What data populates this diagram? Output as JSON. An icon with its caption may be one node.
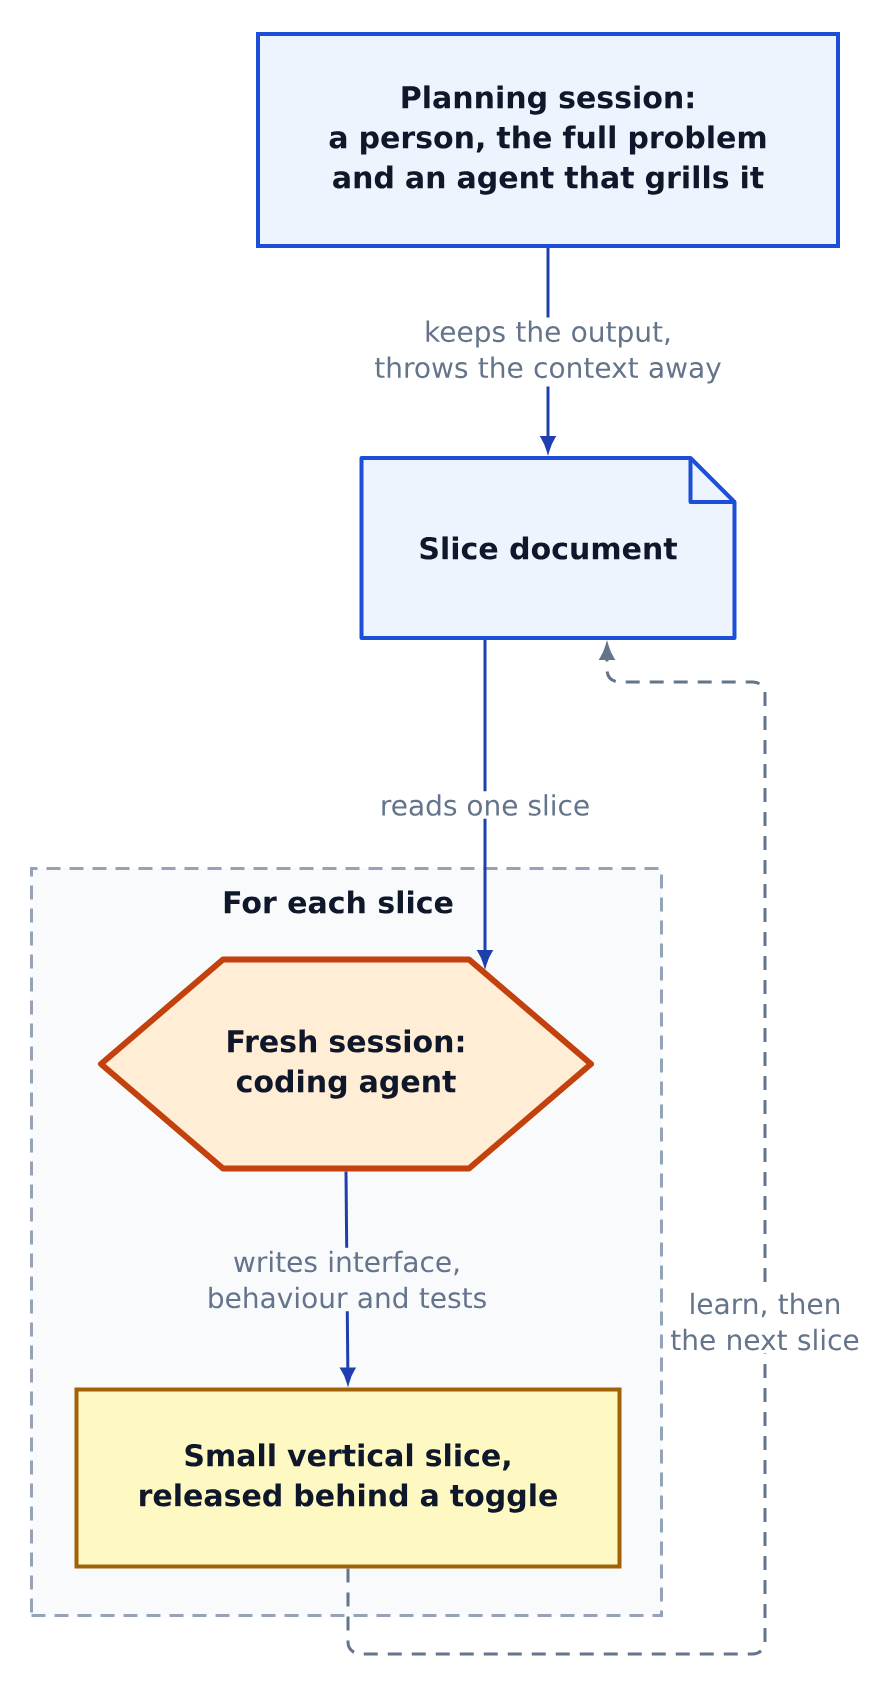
{
  "diagram": {
    "nodes": [
      {
        "text": [
          "Planning session: a person, the full problem and an agent that grills it"
        ]
      },
      {
        "text": [
          "Slice document"
        ]
      },
      {
        "text": [
          "For each slice"
        ]
      },
      {
        "text": [
          "Fresh session: coding agent"
        ],
        "in": 2
      },
      {
        "text": [
          "Small vertical slice, released behind a toggle"
        ],
        "in": 2
      }
    ],
    "edges": [
      {
        "from": 0,
        "to": 1,
        "arrow": "to",
        "label": "keeps the output, throws the context away"
      },
      {
        "from": 1,
        "to": 3,
        "arrow": "to",
        "label": "reads one slice"
      },
      {
        "from": 3,
        "to": 4,
        "arrow": "to",
        "label": "writes interface, behaviour and tests"
      },
      {
        "from": 4,
        "to": 1,
        "arrow": "to",
        "label": "learn, then the next slice",
        "style": "dashed",
        "color": "#64748b"
      }
    ]
  }
}
